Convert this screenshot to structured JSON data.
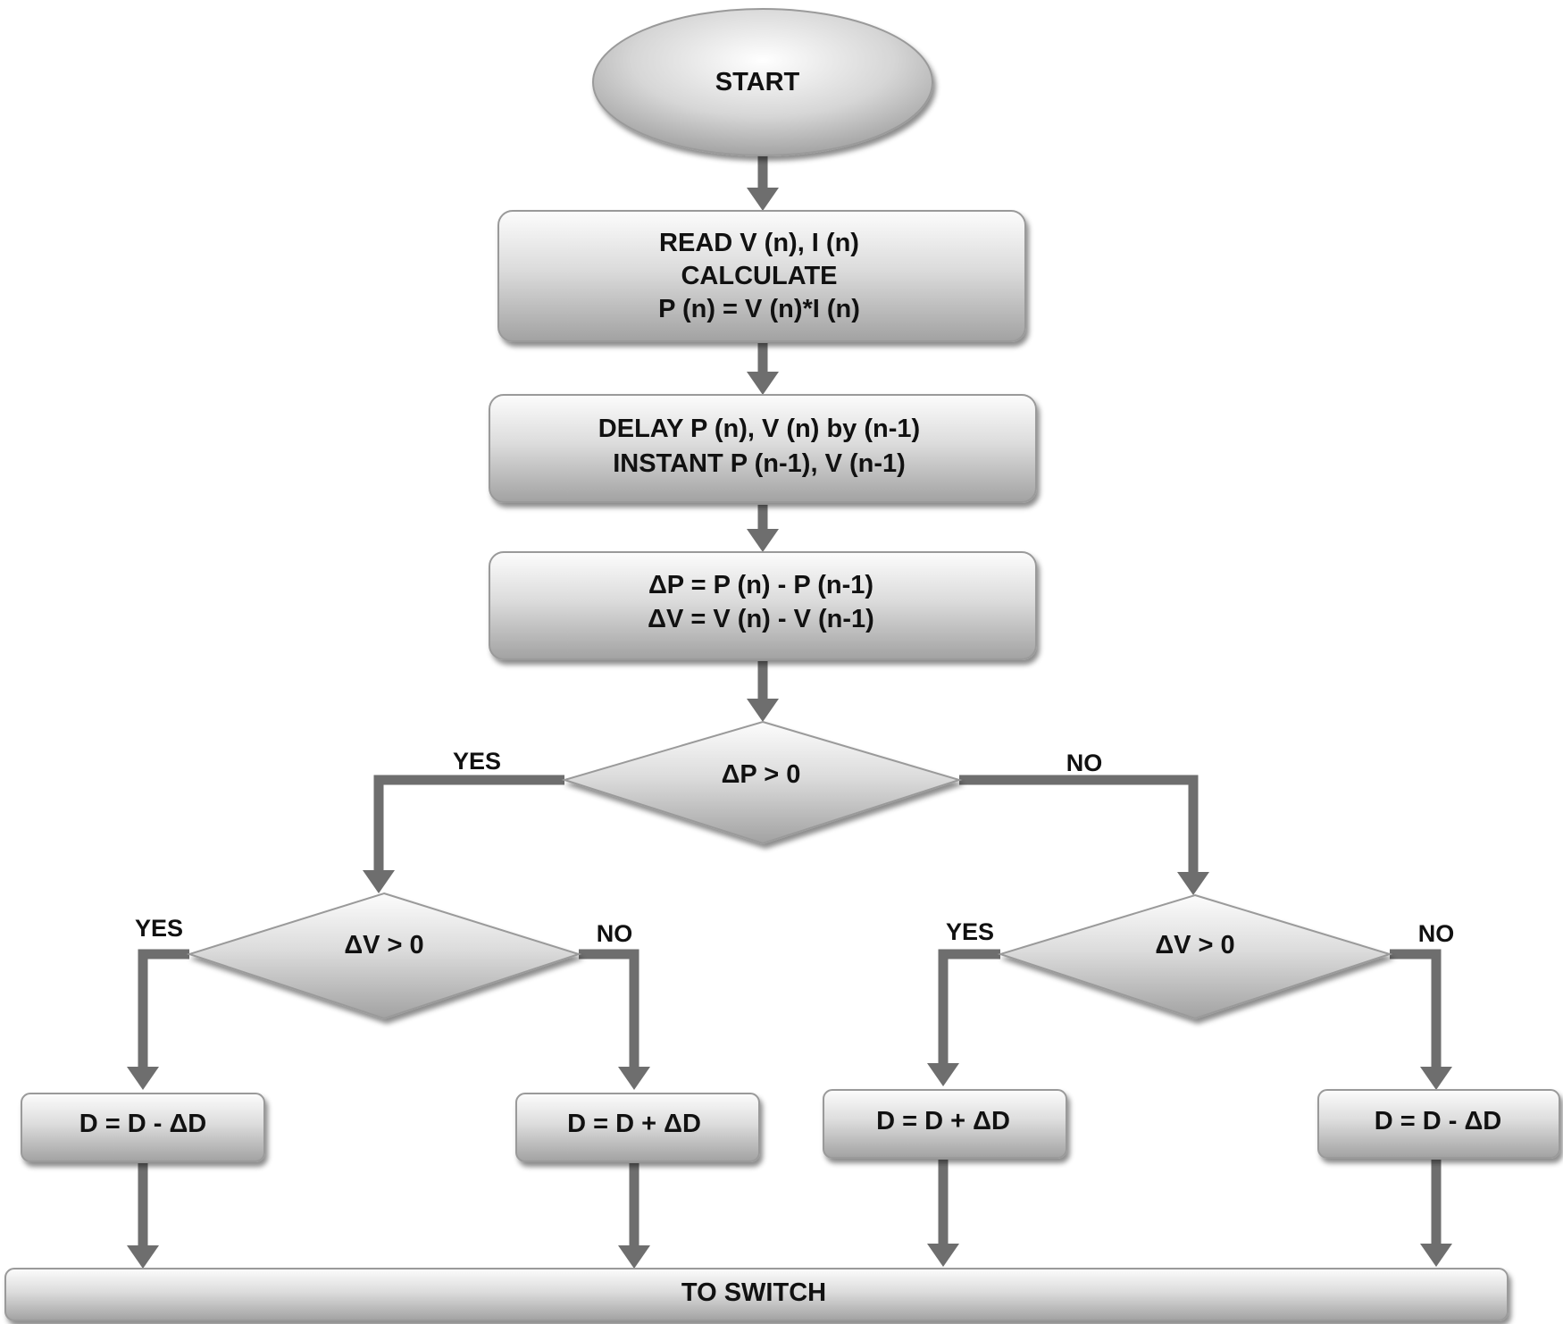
{
  "nodes": {
    "start": {
      "lines": [
        "START"
      ]
    },
    "read": {
      "lines": [
        "READ V (n), I (n)",
        "CALCULATE",
        "P (n) = V (n)*I (n)"
      ]
    },
    "delay": {
      "lines": [
        "DELAY P (n), V (n) by (n-1)",
        "INSTANT P (n-1), V (n-1)"
      ]
    },
    "delta": {
      "lines": [
        "ΔP = P (n) - P (n-1)",
        "ΔV = V (n) - V (n-1)"
      ]
    },
    "dp_decision": {
      "lines": [
        "ΔP > 0"
      ]
    },
    "dv_left": {
      "lines": [
        "ΔV > 0"
      ]
    },
    "dv_right": {
      "lines": [
        "ΔV > 0"
      ]
    },
    "act1": {
      "lines": [
        "D = D  - ΔD"
      ]
    },
    "act2": {
      "lines": [
        "D = D + ΔD"
      ]
    },
    "act3": {
      "lines": [
        "D = D + ΔD"
      ]
    },
    "act4": {
      "lines": [
        "D = D  - ΔD"
      ]
    },
    "switch": {
      "lines": [
        "TO SWITCH"
      ]
    }
  },
  "branch_labels": {
    "dp_yes": "YES",
    "dp_no": "NO",
    "dvl_yes": "YES",
    "dvl_no": "NO",
    "dvr_yes": "YES",
    "dvr_no": "NO"
  },
  "colors": {
    "node_fill_top": "#fcfcfc",
    "node_fill_bottom": "#a2a2a2",
    "connector": "#6e6e6e",
    "text": "#111111"
  }
}
